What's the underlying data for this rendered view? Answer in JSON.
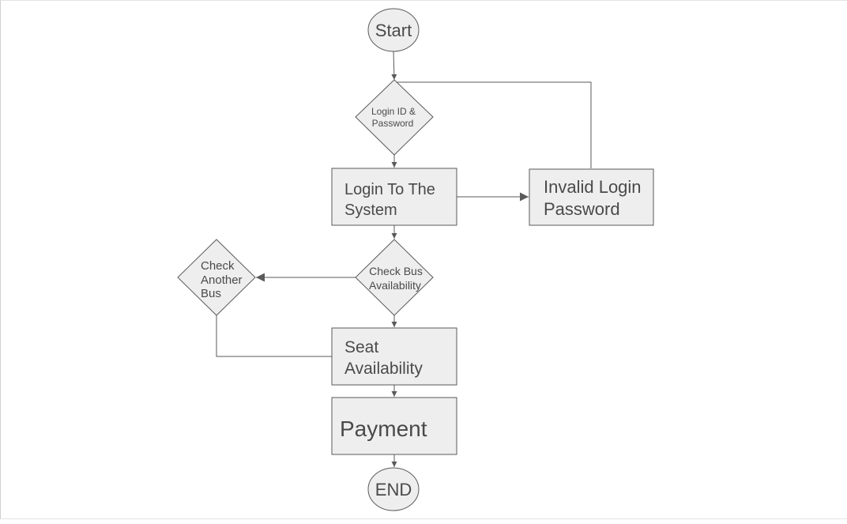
{
  "diagram": {
    "nodes": {
      "start": {
        "lines": [
          "Start"
        ]
      },
      "login_check": {
        "lines": [
          "Login ID &",
          "Password"
        ]
      },
      "login_system": {
        "lines": [
          "Login To The",
          "System"
        ]
      },
      "invalid": {
        "lines": [
          "Invalid Login",
          "Password"
        ]
      },
      "bus_check": {
        "lines": [
          "Check Bus",
          "Availability"
        ]
      },
      "another_bus": {
        "lines": [
          "Check",
          "Another",
          "Bus"
        ]
      },
      "seat": {
        "lines": [
          "Seat",
          "Availability"
        ]
      },
      "payment": {
        "lines": [
          "Payment"
        ]
      },
      "end": {
        "lines": [
          "END"
        ]
      }
    },
    "edges": [
      {
        "from": "start",
        "to": "login_check"
      },
      {
        "from": "login_check",
        "to": "login_system"
      },
      {
        "from": "login_system",
        "to": "invalid"
      },
      {
        "from": "invalid",
        "to": "login_check"
      },
      {
        "from": "login_system",
        "to": "bus_check"
      },
      {
        "from": "bus_check",
        "to": "another_bus"
      },
      {
        "from": "another_bus",
        "to": "seat"
      },
      {
        "from": "bus_check",
        "to": "seat"
      },
      {
        "from": "seat",
        "to": "payment"
      },
      {
        "from": "payment",
        "to": "end"
      }
    ],
    "colors": {
      "fill": "#eeeeee",
      "stroke": "#5a5a5a",
      "text": "#4a4a4a"
    }
  }
}
